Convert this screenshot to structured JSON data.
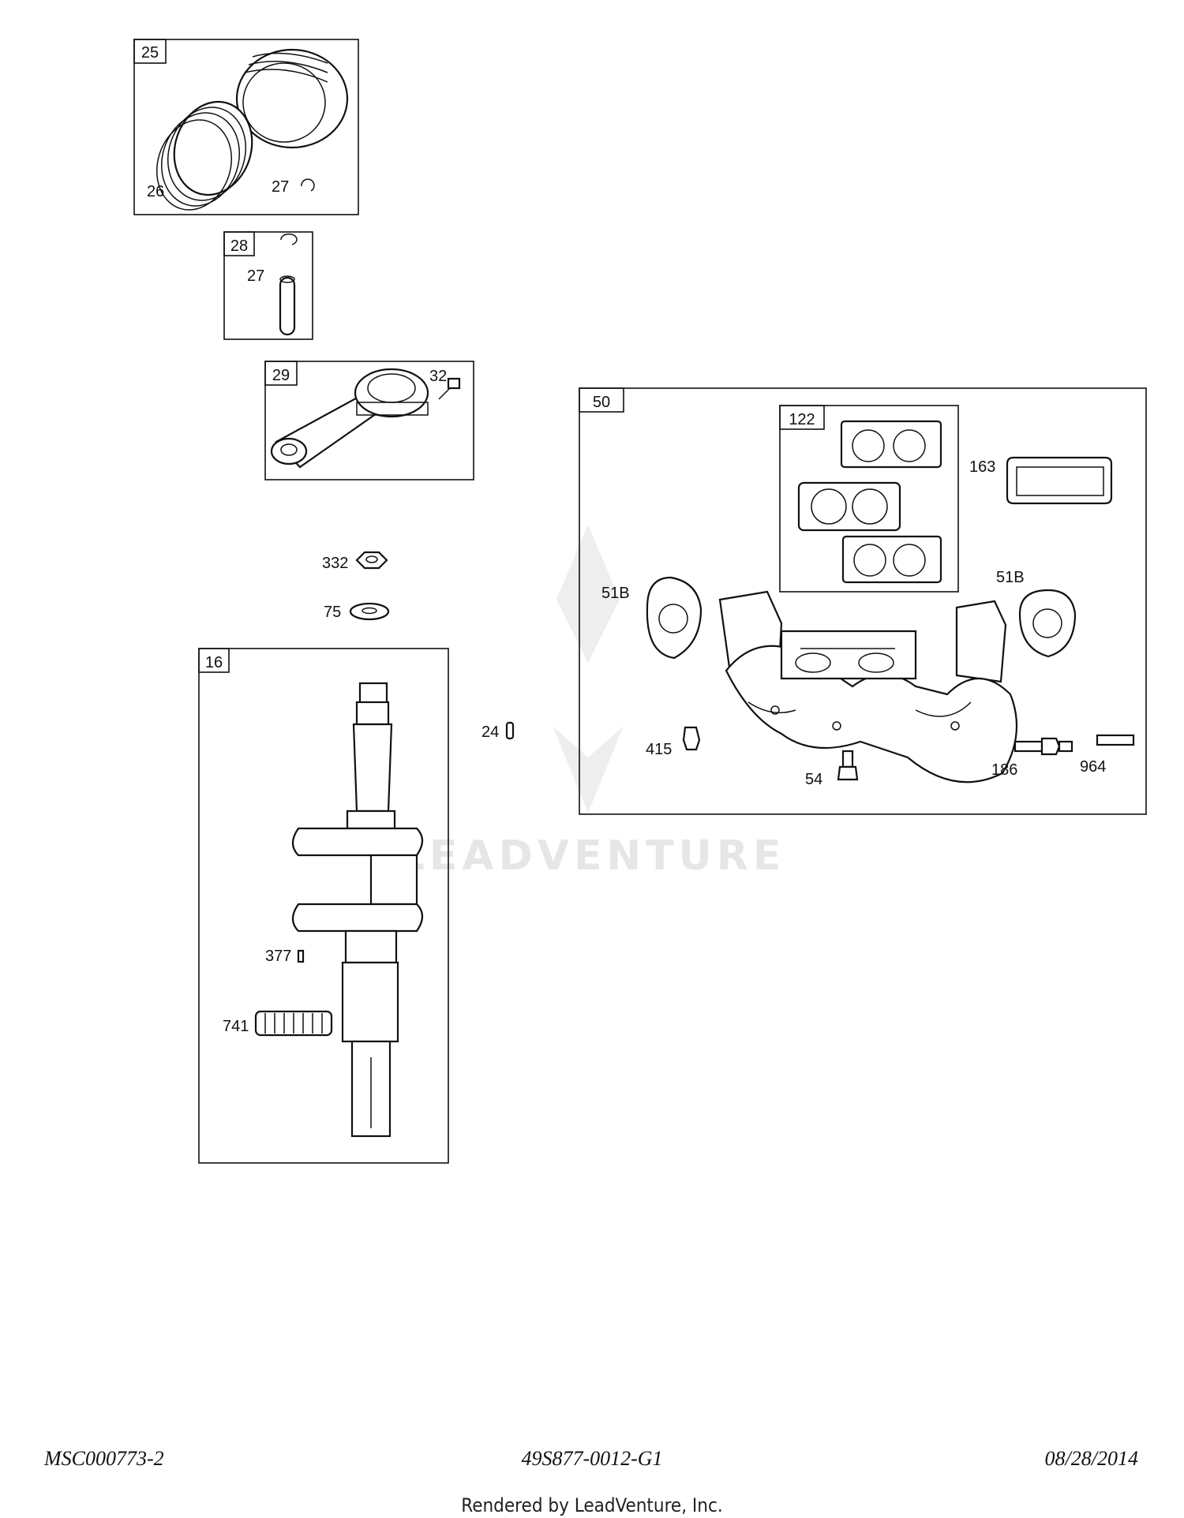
{
  "boxes": {
    "b25": "25",
    "b28": "28",
    "b29": "29",
    "b16": "16",
    "b50": "50",
    "b122": "122"
  },
  "callouts": {
    "c26": "26",
    "c27a": "27",
    "c27b": "27",
    "c32": "32",
    "c332": "332",
    "c75": "75",
    "c24": "24",
    "c377": "377",
    "c741": "741",
    "c51b_left": "51B",
    "c51b_right": "51B",
    "c163": "163",
    "c415": "415",
    "c54": "54",
    "c186": "186",
    "c964": "964"
  },
  "watermark": "LEADVENTURE",
  "footer": {
    "left": "MSC000773-2",
    "center": "49S877-0012-G1",
    "right": "08/28/2014",
    "rendered_by": "Rendered by LeadVenture, Inc."
  }
}
